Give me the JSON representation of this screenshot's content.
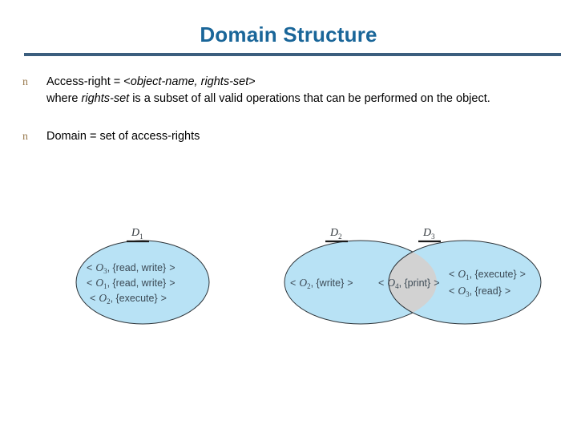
{
  "slide": {
    "title": "Domain Structure",
    "title_color": "#1a6699",
    "rule_color": "#3b5e7e",
    "background": "#ffffff"
  },
  "bullets": [
    {
      "marker": "n",
      "marker_color": "#9a7b4f",
      "line1_prefix": "Access-right = <",
      "line1_italic": "object-name, rights-set",
      "line1_suffix": ">",
      "line2_prefix": "where ",
      "line2_italic": "rights-set",
      "line2_suffix": " is a subset of all valid operations that can be performed on the object."
    },
    {
      "marker": "n",
      "marker_color": "#9a7b4f",
      "line1_prefix": "Domain = set of access-rights",
      "line1_italic": "",
      "line1_suffix": "",
      "line2_prefix": "",
      "line2_italic": "",
      "line2_suffix": ""
    }
  ],
  "diagram": {
    "fill_blue": "#b8e2f5",
    "fill_gray": "#d2d2d2",
    "outline": "#2c3338",
    "entry_text_color": "#3c4a55",
    "domains": [
      {
        "id": "D1",
        "label_letter": "D",
        "label_sub": "1",
        "entries": [
          {
            "open": "<",
            "obj": "O",
            "sub": "3",
            "rights": ", {read, write}",
            "close": ">"
          },
          {
            "open": "<",
            "obj": "O",
            "sub": "1",
            "rights": ", {read, write}",
            "close": ">"
          },
          {
            "open": "<",
            "obj": "O",
            "sub": "2",
            "rights": ", {execute}",
            "close": ">"
          }
        ]
      },
      {
        "id": "D2",
        "label_letter": "D",
        "label_sub": "2",
        "entries": [
          {
            "open": "<",
            "obj": "O",
            "sub": "2",
            "rights": ", {write}",
            "close": ">"
          }
        ]
      },
      {
        "id": "D3",
        "label_letter": "D",
        "label_sub": "3",
        "entries": [
          {
            "open": "<",
            "obj": "O",
            "sub": "1",
            "rights": ", {execute}",
            "close": ">"
          },
          {
            "open": "<",
            "obj": "O",
            "sub": "3",
            "rights": ", {read}",
            "close": ">"
          }
        ]
      }
    ],
    "intersection": {
      "id": "D2-D3-overlap",
      "entries": [
        {
          "open": "<",
          "obj": "O",
          "sub": "4",
          "rights": ", {print}",
          "close": ">"
        }
      ]
    }
  }
}
